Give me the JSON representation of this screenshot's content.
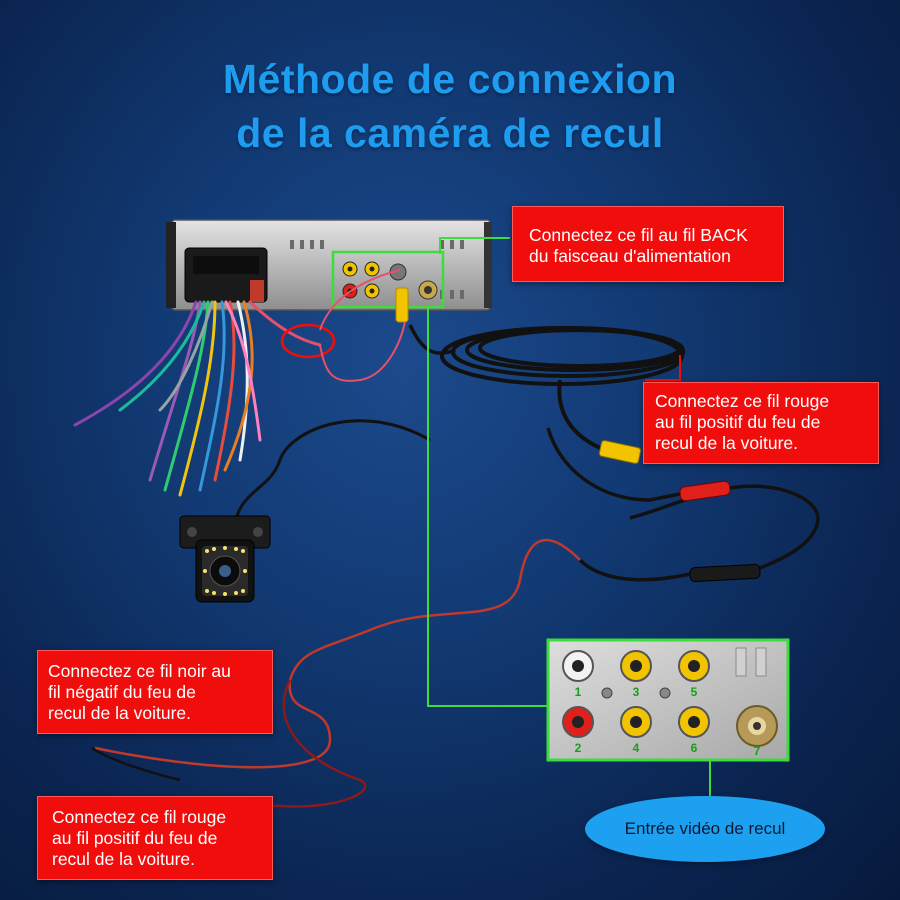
{
  "title": {
    "line1": "Méthode de connexion",
    "line2": "de la caméra de recul"
  },
  "callouts": {
    "back_wire": [
      "Connectez ce fil au fil BACK",
      "du faisceau d'alimentation"
    ],
    "red_wire_top": [
      "Connectez ce fil rouge",
      "au fil positif du feu de",
      "recul de la voiture."
    ],
    "black_wire": [
      "Connectez ce fil noir au",
      "fil négatif du feu de",
      "recul  de la voiture."
    ],
    "red_wire_bottom": [
      "Connectez ce fil rouge",
      "au fil positif du feu de",
      "recul de la voiture."
    ]
  },
  "video_input_label": "Entrée vidéo de recul",
  "connector_numbers": [
    "1",
    "2",
    "3",
    "4",
    "5",
    "6",
    "7"
  ],
  "colors": {
    "background": "#0b2653",
    "title": "#1e9cf0",
    "callout_red": "#f20d0d",
    "leader_green": "#3ddc3d",
    "oval_blue": "#1da0ef",
    "rca_yellow": "#f2c400",
    "rca_red": "#e0201a",
    "rca_white": "#f2f2f2"
  }
}
